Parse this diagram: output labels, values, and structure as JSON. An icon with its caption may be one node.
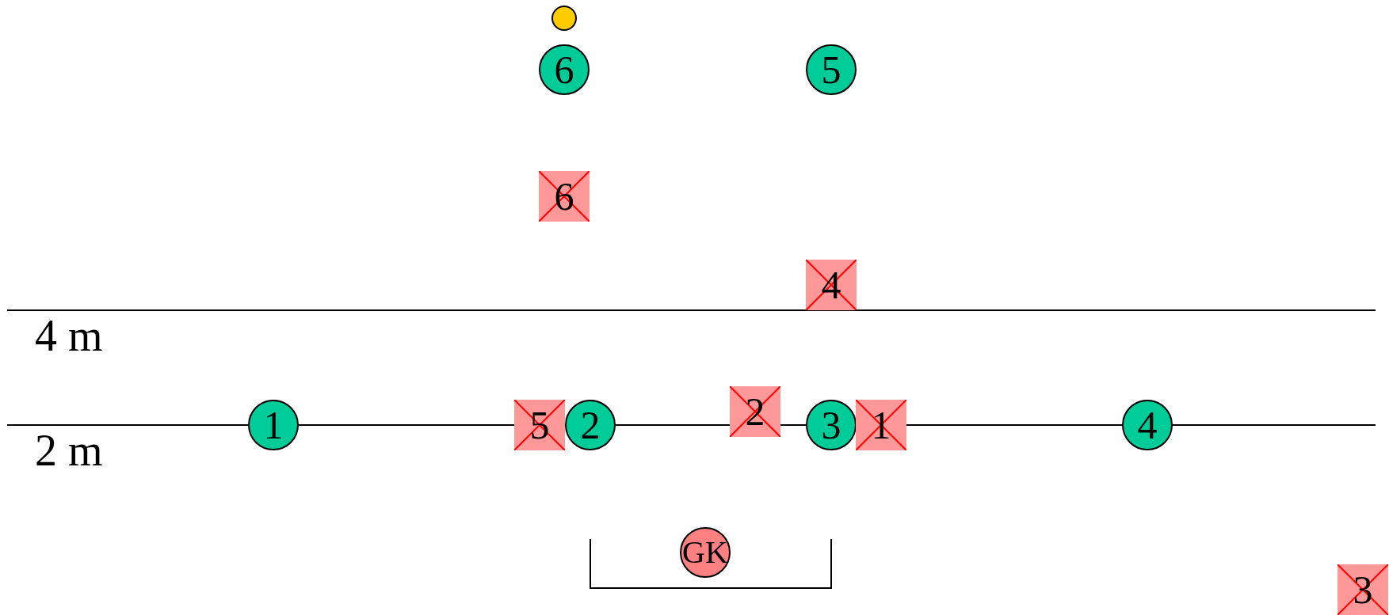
{
  "diagram": {
    "nodes": [
      {
        "text": [],
        "shape": "circle"
      },
      {
        "text": [
          "6"
        ]
      },
      {
        "text": [
          "5"
        ]
      },
      {
        "text": [
          "6"
        ]
      },
      {
        "text": [
          "4"
        ]
      },
      {
        "text": [
          "1"
        ]
      },
      {
        "text": [
          "5"
        ]
      },
      {
        "text": [
          "2"
        ]
      },
      {
        "text": [
          "2"
        ]
      },
      {
        "text": [
          "3"
        ]
      },
      {
        "text": [
          "1"
        ]
      },
      {
        "text": [
          "4"
        ]
      },
      {
        "text": [
          "GK"
        ]
      },
      {
        "text": [
          "3"
        ]
      }
    ],
    "labels": [
      "4 m",
      "2 m"
    ]
  }
}
